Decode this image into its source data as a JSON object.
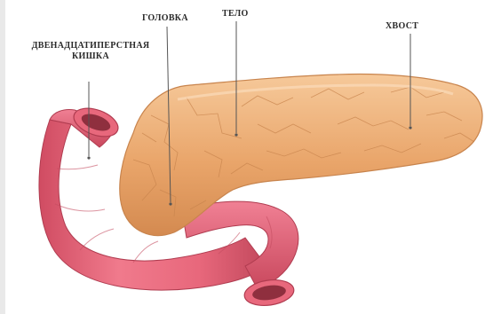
{
  "labels": {
    "duodenum_line1": "ДВЕНАДЦАТИПЕРСТНАЯ",
    "duodenum_line2": "КИШКА",
    "head": "ГОЛОВКА",
    "body": "ТЕЛО",
    "tail": "ХВОСТ"
  },
  "colors": {
    "pancreas": "#e9a56a",
    "pancreas_light": "#f6c99a",
    "pancreas_lobule_line": "#c8844d",
    "intestine": "#e8687c",
    "intestine_dark": "#c2485c",
    "intestine_inner": "#8f2f3e",
    "leader_line": "#555555"
  }
}
